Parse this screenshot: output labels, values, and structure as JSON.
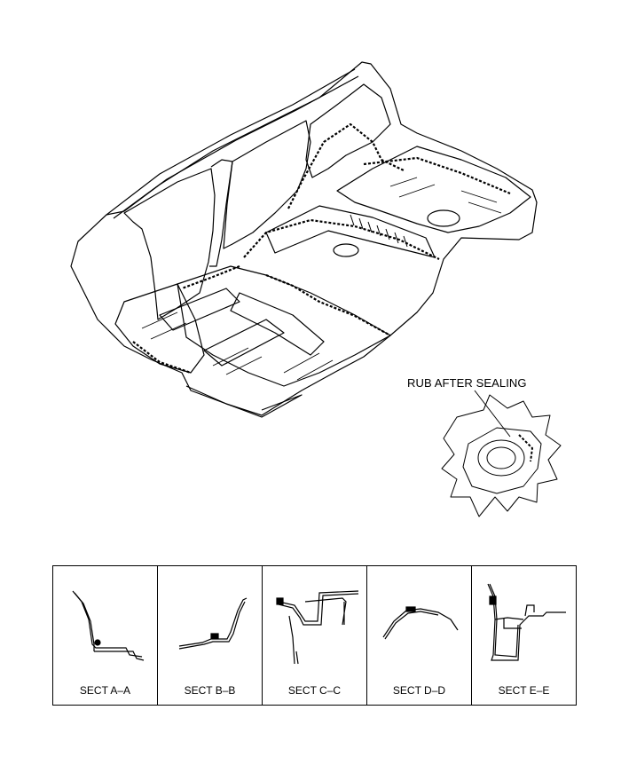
{
  "callout": {
    "label": "RUB AFTER SEALING"
  },
  "sections": [
    {
      "label": "SECT A–A"
    },
    {
      "label": "SECT B–B"
    },
    {
      "label": "SECT C–C"
    },
    {
      "label": "SECT D–D"
    },
    {
      "label": "SECT E–E"
    }
  ]
}
